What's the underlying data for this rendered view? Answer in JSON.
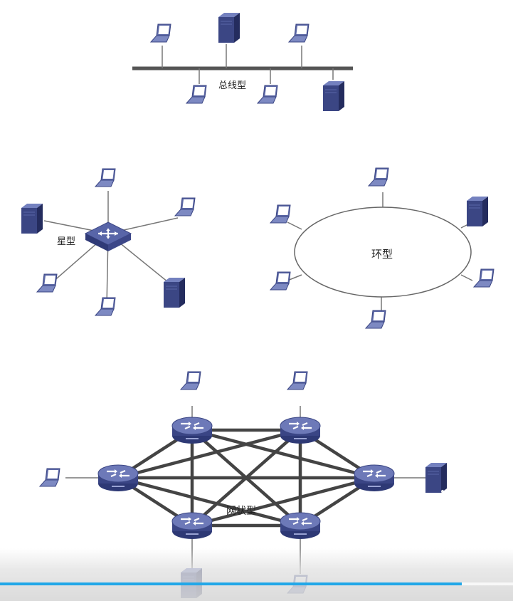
{
  "labels": {
    "bus": "总线型",
    "star": "星型",
    "ring": "环型",
    "mesh": "网状型"
  },
  "colors": {
    "device_dark": "#3b4684",
    "device_light": "#6f7bb5",
    "line": "#555555",
    "mesh_line": "#444444",
    "progress": "#22a7e8"
  },
  "player": {
    "progress_fraction": 0.9
  },
  "icons": [
    "laptop-icon",
    "server-icon",
    "switch-icon",
    "router-icon",
    "play-icon"
  ]
}
